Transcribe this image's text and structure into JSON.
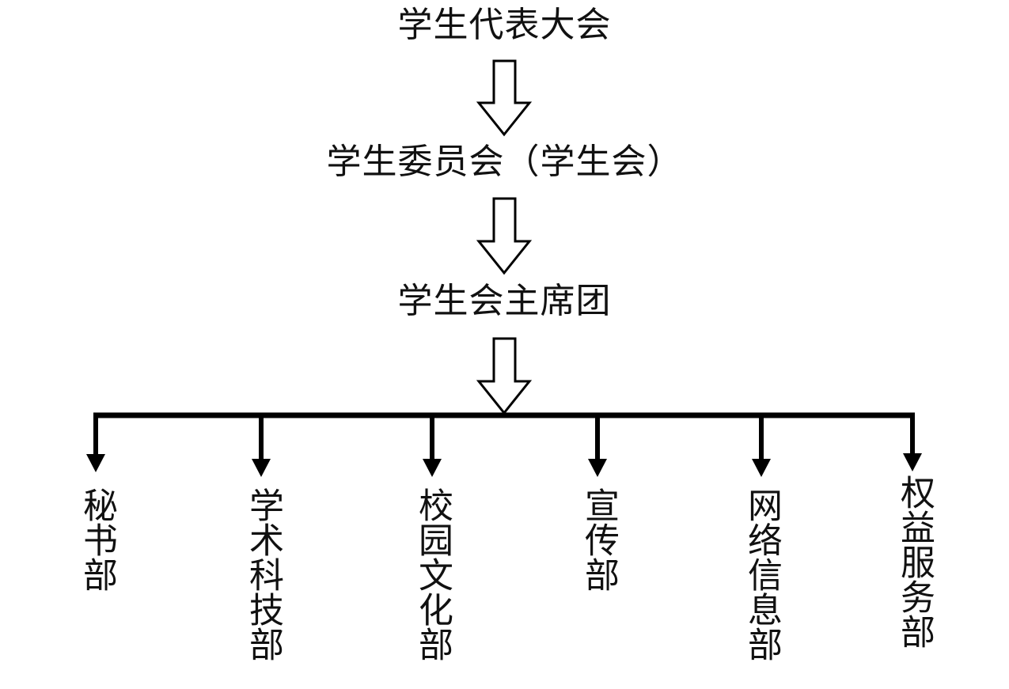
{
  "levels": [
    {
      "label": "学生代表大会"
    },
    {
      "label": "学生委员会（学生会）"
    },
    {
      "label": "学生会主席团"
    }
  ],
  "departments": [
    {
      "label": "秘书部"
    },
    {
      "label": "学术科技部"
    },
    {
      "label": "校园文化部"
    },
    {
      "label": "宣传部"
    },
    {
      "label": "网络信息部"
    },
    {
      "label": "权益服务部"
    }
  ],
  "colors": {
    "line": "#000000",
    "arrow_fill": "#ffffff",
    "text": "#111111"
  }
}
